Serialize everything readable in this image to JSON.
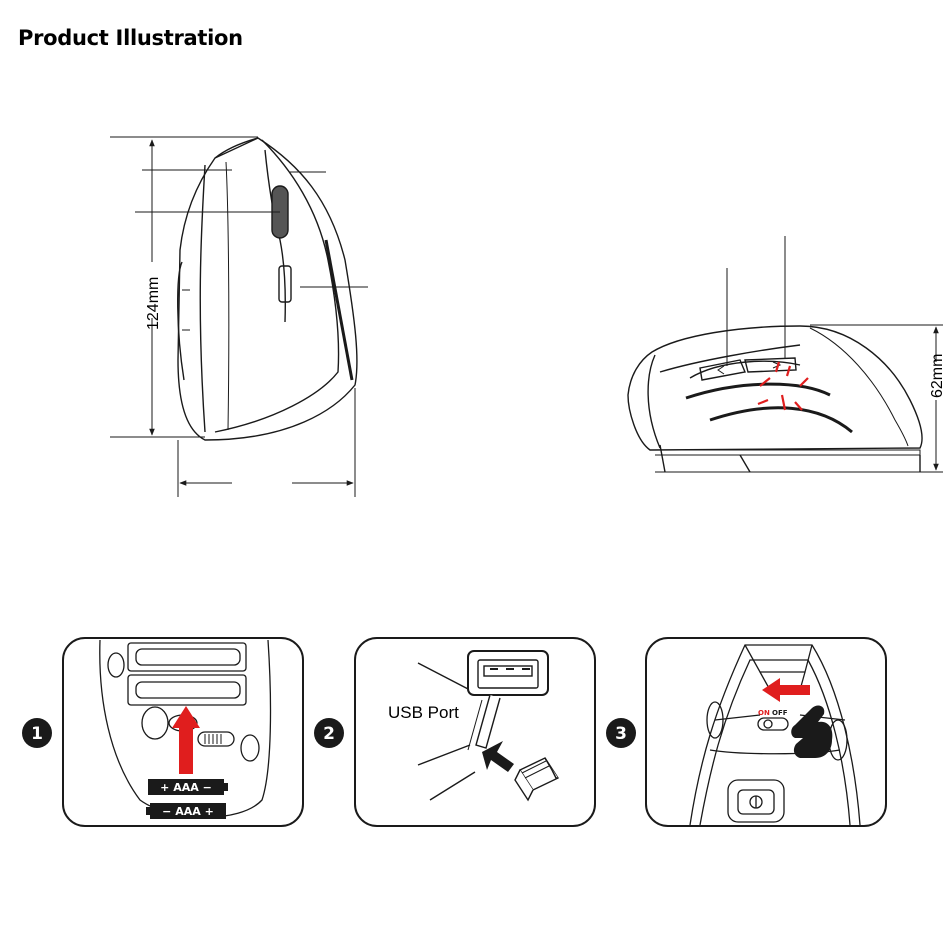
{
  "title": "Product Illustration",
  "dimensions": {
    "height_label": "124mm",
    "side_height_label": "62mm"
  },
  "steps": [
    {
      "number": "1",
      "battery_top": "+ AAA −",
      "battery_bottom": "− AAA +"
    },
    {
      "number": "2",
      "label": "USB Port"
    },
    {
      "number": "3",
      "switch_on": "ON",
      "switch_off": "OFF"
    }
  ],
  "colors": {
    "accent_red": "#e01e1e",
    "line": "#1a1a1a"
  }
}
